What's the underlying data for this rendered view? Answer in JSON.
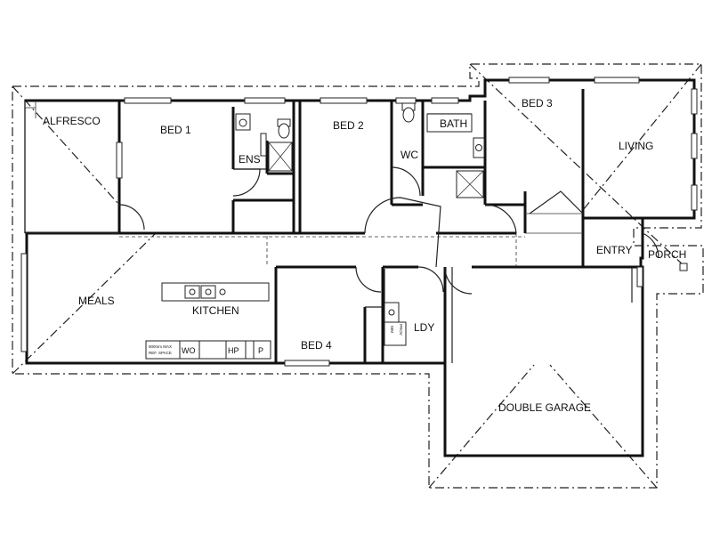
{
  "rooms": {
    "alfresco": "ALFRESCO",
    "bed1": "BED 1",
    "ens": "ENS",
    "bed2": "BED 2",
    "wc": "WC",
    "bath": "BATH",
    "bed3": "BED 3",
    "living": "LIVING",
    "entry": "ENTRY",
    "porch": "PORCH",
    "meals": "MEALS",
    "kitchen": "KITCHEN",
    "bed4": "BED 4",
    "ldy": "LDY",
    "garage": "DOUBLE GARAGE"
  },
  "fixtures": {
    "fridge_line1": "900mm MAX",
    "fridge_line2": "REF. SPACE",
    "wo": "WO",
    "hp": "HP",
    "p": "P",
    "wm": "WM",
    "prov": "PROV"
  },
  "colors": {
    "ink": "#111111",
    "paper": "#ffffff"
  }
}
